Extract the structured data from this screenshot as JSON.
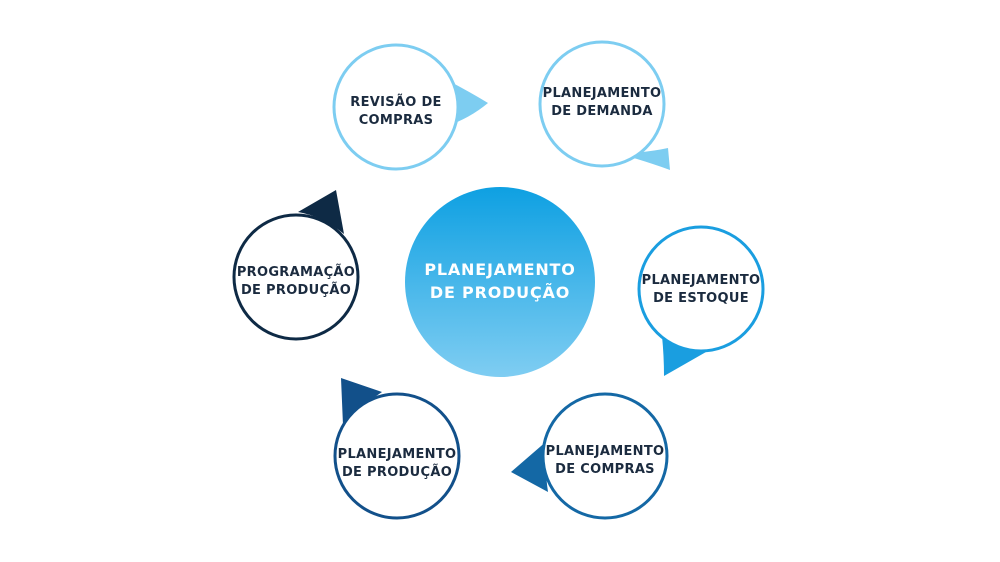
{
  "center": {
    "line1": "PLANEJAMENTO",
    "line2": "DE PRODUÇÃO"
  },
  "nodes": [
    {
      "id": "revisao-compras",
      "line1": "REVISÃO DE",
      "line2": "COMPRAS",
      "color": "#7dcdf1"
    },
    {
      "id": "planejamento-demanda",
      "line1": "PLANEJAMENTO",
      "line2": "DE DEMANDA",
      "color": "#7dcdf1"
    },
    {
      "id": "planejamento-estoque",
      "line1": "PLANEJAMENTO",
      "line2": "DE ESTOQUE",
      "color": "#1a9ee0"
    },
    {
      "id": "planejamento-compras",
      "line1": "PLANEJAMENTO",
      "line2": "DE COMPRAS",
      "color": "#1468a5"
    },
    {
      "id": "planejamento-producao",
      "line1": "PLANEJAMENTO",
      "line2": "DE PRODUÇÃO",
      "color": "#12508a"
    },
    {
      "id": "programacao-producao",
      "line1": "PROGRAMAÇÃO",
      "line2": "DE PRODUÇÃO",
      "color": "#0e2a45"
    }
  ],
  "colors": {
    "center_top": "#0ea0e2",
    "center_bottom": "#7fcdf2",
    "text_dark": "#1b2b3f"
  }
}
